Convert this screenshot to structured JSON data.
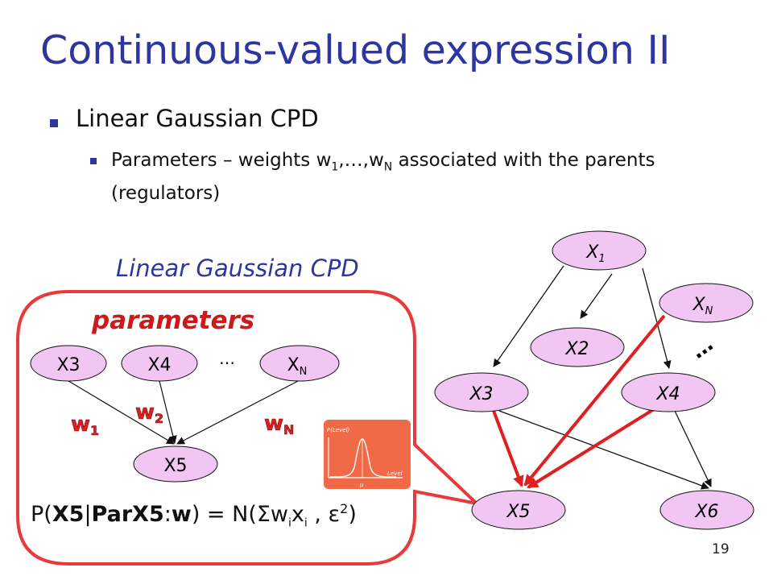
{
  "title": "Continuous-valued expression II",
  "bullets": {
    "level1": "Linear Gaussian CPD",
    "level2_prefix": "Parameters – weights w",
    "level2_sub1": "1",
    "level2_mid": ",…,w",
    "level2_subN": "N",
    "level2_suffix": " associated with the parents (regulators)"
  },
  "callout": {
    "heading": "Linear Gaussian CPD",
    "parameters_label": "parameters",
    "nodes": {
      "x3": "X3",
      "x4": "X4",
      "xn_main": "X",
      "xn_sub": "N",
      "x5": "X5",
      "ellipsis": "…"
    },
    "weights": {
      "w1_main": "w",
      "w1_sub": "1",
      "w2_main": "w",
      "w2_sub": "2",
      "wn_main": "w",
      "wn_sub": "N"
    },
    "formula": {
      "p_open": "P(",
      "x5": "X5",
      "bar": "|",
      "parx5": "ParX5",
      "colon": ":",
      "w": "w",
      "rest1": ") = N(Σw",
      "sub_i1": "i",
      "x": "x",
      "sub_i2": "i",
      "rest2": " , ε",
      "sup2": "2",
      "close": ")"
    },
    "mini_plot": {
      "ylabel": "P(Level)",
      "xlabel": "Level",
      "mu": "μ"
    }
  },
  "network": {
    "x1_main": "X",
    "x1_sub": "1",
    "xn_main": "X",
    "xn_sub": "N",
    "x2": "X2",
    "x3": "X3",
    "x4": "X4",
    "x5": "X5",
    "x6": "X6",
    "ellipsis": "…"
  },
  "page_number": "19",
  "colors": {
    "title": "#2e35a0",
    "node_fill": "#f2c6f2",
    "red": "#e02020",
    "callout_border": "#e83a3a",
    "plot_bg": "#f06a48"
  }
}
